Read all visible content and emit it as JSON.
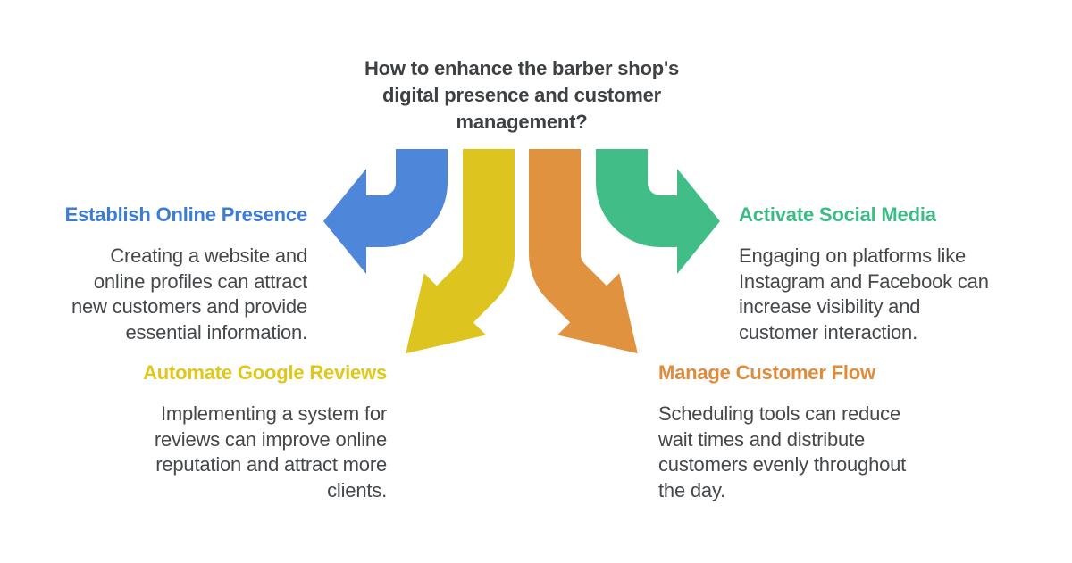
{
  "title": "How to enhance the barber shop's\ndigital presence and customer\nmanagement?",
  "title_color": "#3d4144",
  "body_color": "#45484b",
  "background_color": "#ffffff",
  "sections": [
    {
      "heading": "Establish Online Presence",
      "body": "Creating a website and\nonline profiles can attract\nnew customers and provide\nessential information.",
      "heading_color": "#3c7cd8",
      "arrow_color": "#4e86d9",
      "arrow_direction": "left",
      "position": "top-left"
    },
    {
      "heading": "Activate Social Media",
      "body": "Engaging on platforms like\nInstagram and Facebook can\nincrease visibility and\ncustomer interaction.",
      "heading_color": "#3bbc85",
      "arrow_color": "#41bd87",
      "arrow_direction": "right",
      "position": "top-right"
    },
    {
      "heading": "Automate Google Reviews",
      "body": "Implementing a system for\nreviews can improve online\nreputation and attract more\nclients.",
      "heading_color": "#e0c718",
      "arrow_color": "#ddc41e",
      "arrow_direction": "down-left",
      "position": "bottom-left"
    },
    {
      "heading": "Manage Customer Flow",
      "body": "Scheduling tools can reduce\nwait times and distribute\ncustomers evenly throughout\nthe day.",
      "heading_color": "#e08a3b",
      "arrow_color": "#e0923f",
      "arrow_direction": "down-right",
      "position": "bottom-right"
    }
  ]
}
